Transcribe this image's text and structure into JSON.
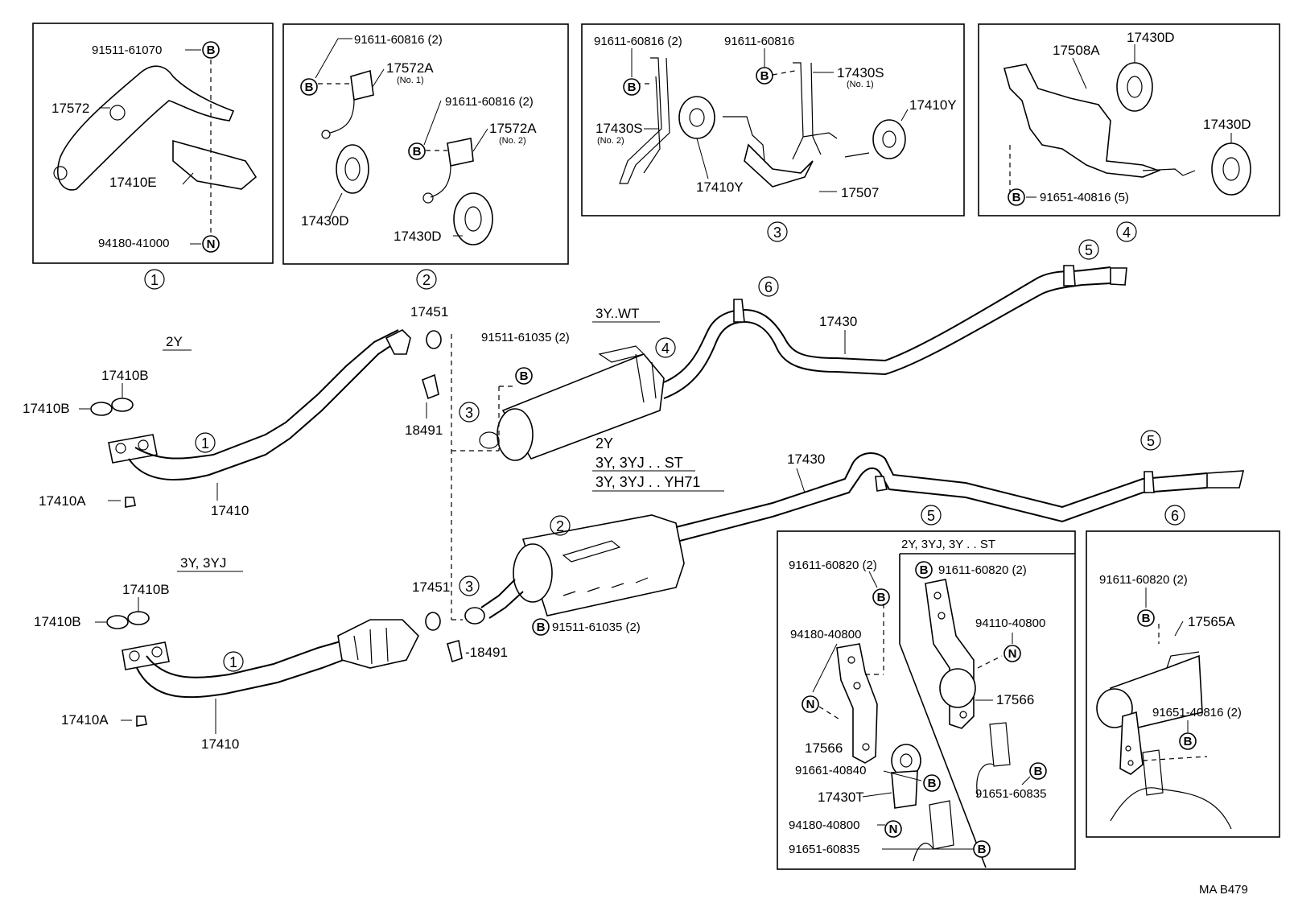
{
  "labels": {
    "b1_bolt": "91511-61070",
    "b1_hanger": "17572",
    "b1_bracket": "17410E",
    "b1_nut": "94180-41000",
    "b2_bolt1": "91611-60816 (2)",
    "b2_hanger1": "17572A",
    "b2_hanger1_sub": "(No. 1)",
    "b2_bolt2": "91611-60816 (2)",
    "b2_hanger2": "17572A",
    "b2_hanger2_sub": "(No. 2)",
    "b2_ring1": "17430D",
    "b2_ring2": "17430D",
    "b3_bolt1": "91611-60816 (2)",
    "b3_bolt2": "91611-60816",
    "b3_bracket1": "17430S",
    "b3_bracket1_sub": "(No. 1)",
    "b3_bracket2": "17430S",
    "b3_bracket2_sub": "(No. 2)",
    "b3_ring1": "17410Y",
    "b3_ring2": "17410Y",
    "b3_support": "17507",
    "b4_bracket": "17508A",
    "b4_ring1": "17430D",
    "b4_ring2": "17430D",
    "b4_bolt": "91651-40816 (5)",
    "variant_2y": "2Y",
    "variant_3y3yj": "3Y, 3YJ",
    "variant_3ywt": "3Y..WT",
    "variant_list_1": "2Y",
    "variant_list_2": "3Y, 3YJ . . ST",
    "variant_list_3": "3Y, 3YJ . . YH71",
    "gasket_top": "17451",
    "gasket_bottom": "17451",
    "clamp_top": "18491",
    "clamp_bottom": "-18491",
    "front_pipe_top": "17410",
    "front_pipe_bottom": "17410",
    "gasket_b_top_a": "17410B",
    "gasket_b_top_b": "17410B",
    "gasket_b_bot_a": "17410B",
    "gasket_b_bot_b": "17410B",
    "nut_a_top": "17410A",
    "nut_a_bottom": "17410A",
    "tail_pipe_top": "17430",
    "tail_pipe_bottom": "17430",
    "muffler_bolt_top": "91511-61035 (2)",
    "muffler_bolt_bottom": "91511-61035 (2)",
    "b5_title": "2Y, 3YJ, 3Y . . ST",
    "b5_bolt_outer": "91611-60820 (2)",
    "b5_bolt_inner": "91611-60820 (2)",
    "b5_nut_outer": "94180-40800",
    "b5_nut_inner": "94110-40800",
    "b5_hanger_outer": "17566",
    "b5_hanger_inner": "17566",
    "b5_bolt_840": "91661-40840",
    "b5_ring": "17430T",
    "b5_nut_bottom": "94180-40800",
    "b5_bolt_835_outer": "91651-60835",
    "b5_bolt_835_inner": "91651-60835",
    "b6_bolt1": "91611-60820 (2)",
    "b6_bracket": "17565A",
    "b6_bolt2": "91651-40816 (2)",
    "drawing_code": "MA  B479"
  },
  "refs": {
    "one": "1",
    "two": "2",
    "three": "3",
    "four": "4",
    "five": "5",
    "six": "6"
  },
  "symbols": {
    "bolt": "B",
    "nut": "N"
  }
}
